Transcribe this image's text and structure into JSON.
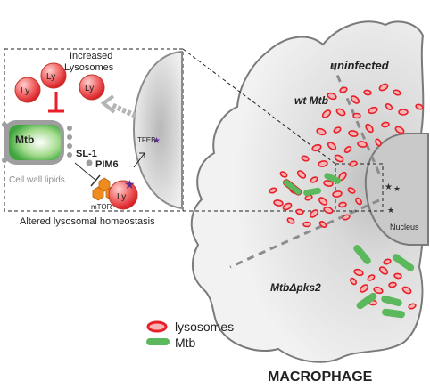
{
  "labels": {
    "increased": "Increased",
    "lysosomes_heading": "Lysosomes",
    "ly": "Ly",
    "mtb_cell": "Mtb",
    "sl1": "SL-1",
    "pim6": "PIM6",
    "cell_wall_lipids": "Cell wall lipids",
    "mtor": "mTOR",
    "tfeb": "TFEB",
    "altered": "Altered lysosomal homeostasis",
    "uninfected": "uninfected",
    "wt_mtb": "wt Mtb",
    "mtb_delta_pks2": "MtbΔpks2",
    "nucleus": "Nucleus",
    "macrophage": "MACROPHAGE"
  },
  "legend": [
    {
      "label": "lysosomes",
      "symbol": "lysosome"
    },
    {
      "label": "Mtb",
      "symbol": "mtb"
    }
  ],
  "colors": {
    "lysosome_red": "#e8202a",
    "lysosome_fill": "#f6b4b4",
    "mtb_green": "#5cb85c",
    "cell_gray": "#e0e0e0",
    "outline": "#8c8c8c",
    "tfeb_star": "#5b2d8e",
    "mtor_orange": "#f08c1e"
  }
}
